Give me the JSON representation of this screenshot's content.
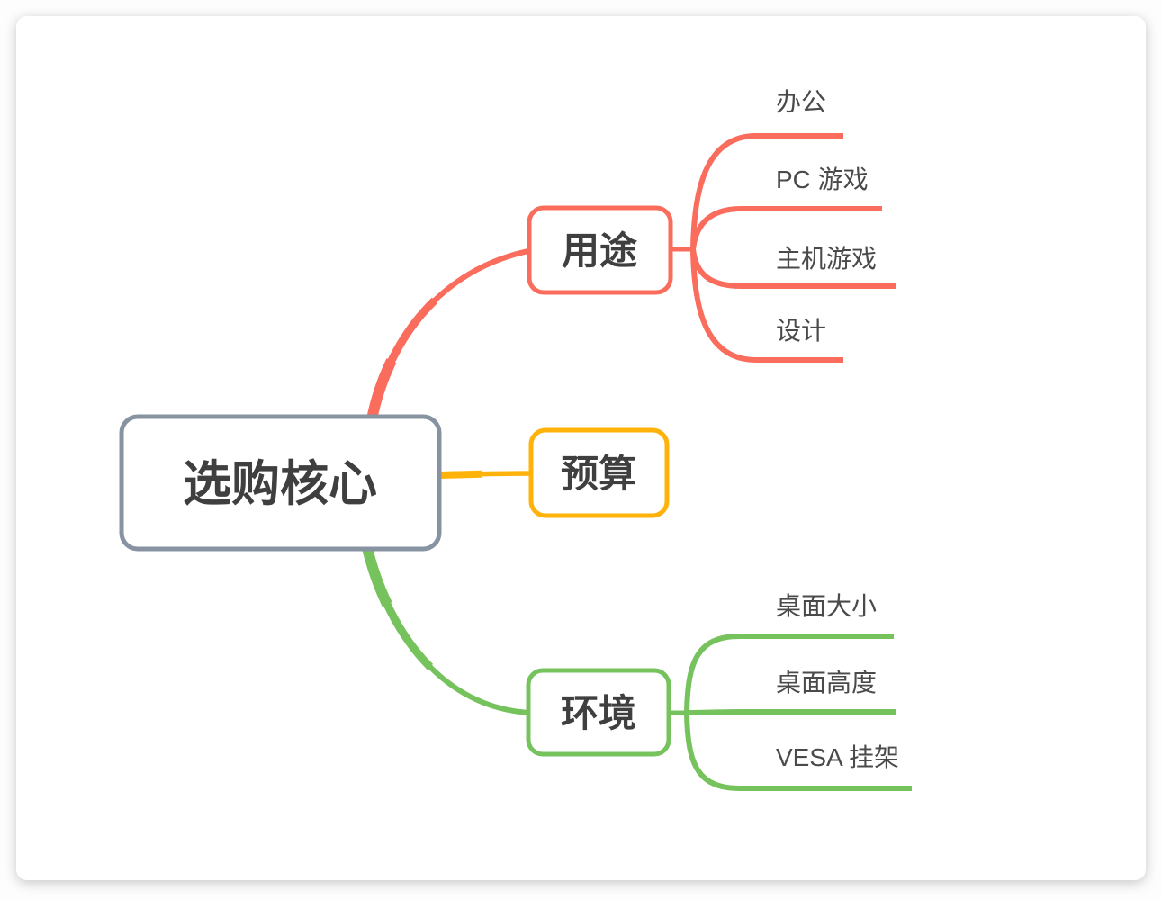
{
  "diagram": {
    "type": "mindmap",
    "background": "#FFFFFF",
    "text_color": "#3F3F3F",
    "leaf_text_color": "#4A4A4A"
  },
  "root": {
    "label": "选购核心",
    "border_color": "#8793A1"
  },
  "branches": [
    {
      "id": "usage",
      "label": "用途",
      "color": "#FA6C5C",
      "children": [
        "办公",
        "PC 游戏",
        "主机游戏",
        "设计"
      ]
    },
    {
      "id": "budget",
      "label": "预算",
      "color": "#FFB30A",
      "children": []
    },
    {
      "id": "environment",
      "label": "环境",
      "color": "#76C35E",
      "children": [
        "桌面大小",
        "桌面高度",
        "VESA 挂架"
      ]
    }
  ]
}
